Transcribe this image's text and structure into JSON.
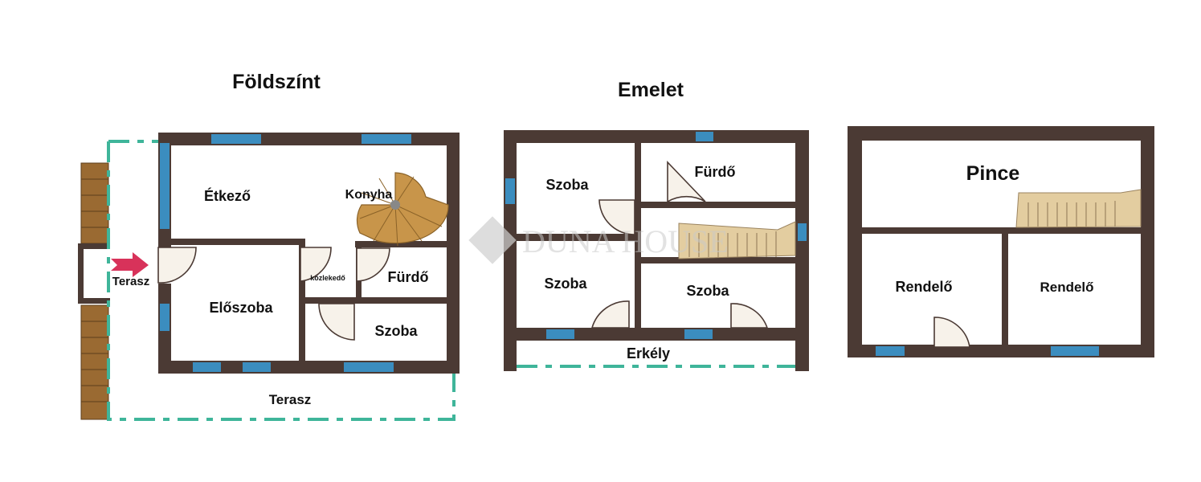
{
  "floors": {
    "ground": {
      "title": "Földszínt",
      "rooms": {
        "dining": "Étkező",
        "kitchen": "Konyha",
        "terrace_entry": "Terasz",
        "corridor": "közlekedő",
        "bath": "Fürdő",
        "hall": "Előszoba",
        "room": "Szoba",
        "terrace": "Terasz"
      }
    },
    "upper": {
      "title": "Emelet",
      "rooms": {
        "room_nw": "Szoba",
        "bath": "Fürdő",
        "room_sw": "Szoba",
        "room_se": "Szoba",
        "balcony": "Erkély"
      }
    },
    "basement": {
      "title": "Pince",
      "rooms": {
        "office_left": "Rendelő",
        "office_right": "Rendelő"
      }
    }
  },
  "watermark": "DUNA HOUSE",
  "colors": {
    "wall": "#4b3a34",
    "window": "#3b8dbf",
    "terrace_line": "#3fb59a",
    "stairs": "#c8954a",
    "entry_arrow": "#d8325a"
  }
}
